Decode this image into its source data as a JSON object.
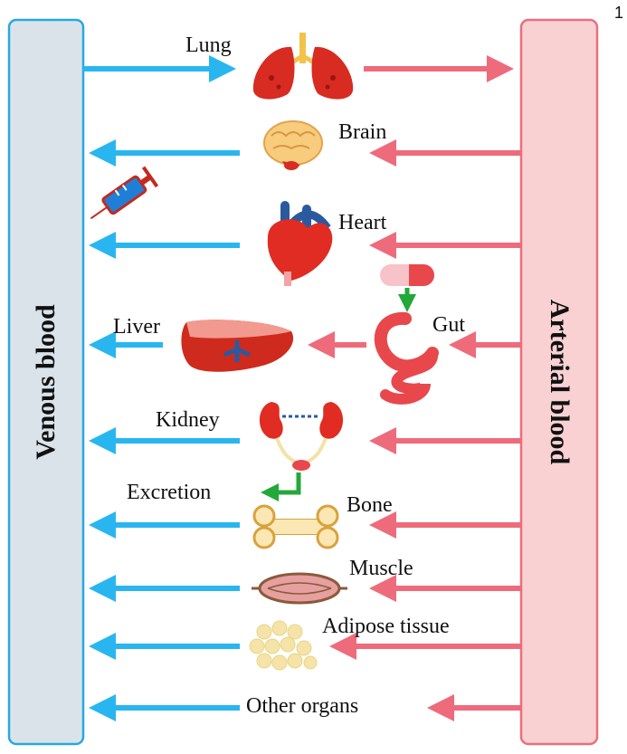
{
  "page_number": "1",
  "columns": {
    "venous": {
      "label": "Venous blood",
      "fill": "#dbe3ea",
      "stroke": "#29a8e0"
    },
    "arterial": {
      "label": "Arterial blood",
      "fill": "#f9d1d3",
      "stroke": "#e8707c"
    }
  },
  "colors": {
    "venous_arrow": "#29b6f0",
    "arterial_arrow": "#ee6b7c",
    "excretion_arrow": "#23a83a"
  },
  "organs": [
    {
      "id": "lung",
      "label": "Lung",
      "icon": "lungs-icon"
    },
    {
      "id": "brain",
      "label": "Brain",
      "icon": "brain-icon"
    },
    {
      "id": "heart",
      "label": "Heart",
      "icon": "heart-icon"
    },
    {
      "id": "gut",
      "label": "Gut",
      "icon": "intestine-icon"
    },
    {
      "id": "liver",
      "label": "Liver",
      "icon": "liver-icon"
    },
    {
      "id": "kidney",
      "label": "Kidney",
      "icon": "kidney-icon"
    },
    {
      "id": "excretion",
      "label": "Excretion",
      "icon": "bladder-icon"
    },
    {
      "id": "bone",
      "label": "Bone",
      "icon": "bone-icon"
    },
    {
      "id": "muscle",
      "label": "Muscle",
      "icon": "muscle-icon"
    },
    {
      "id": "adipose",
      "label": "Adipose tissue",
      "icon": "fat-cells-icon"
    },
    {
      "id": "other",
      "label": "Other organs",
      "icon": ""
    }
  ],
  "routes": [
    "syringe-icon",
    "pill-icon"
  ]
}
